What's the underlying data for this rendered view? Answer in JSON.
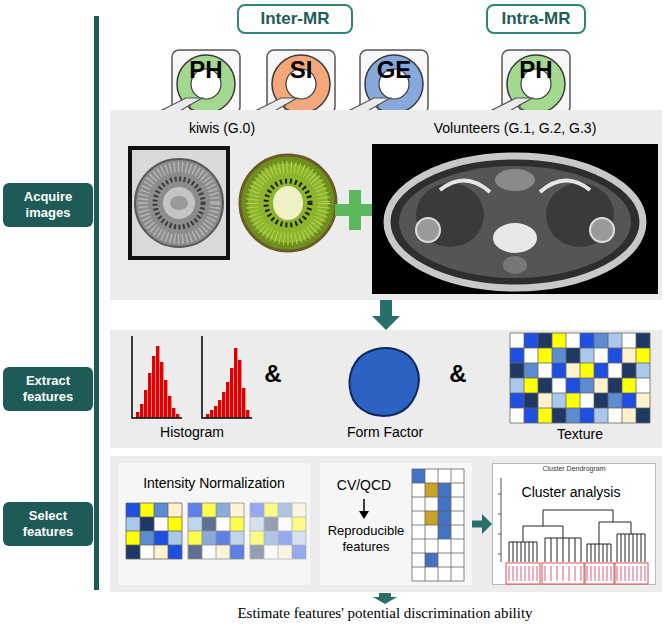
{
  "diagram": {
    "nodes": [
      {
        "text": [
          "Inter-MR"
        ]
      },
      {
        "text": [
          "Intra-MR"
        ]
      },
      {
        "text": [
          "PH"
        ]
      },
      {
        "text": [
          "SI"
        ]
      },
      {
        "text": [
          "GE"
        ]
      },
      {
        "text": [
          "PH"
        ]
      },
      {
        "text": [
          "Acquire images"
        ]
      },
      {
        "text": [
          "kiwis (G.0)",
          "Volunteers (G.1, G.2, G.3)"
        ]
      },
      {
        "text": [
          "Extract features"
        ]
      },
      {
        "text": [
          "Histogram",
          "&",
          "Form Factor",
          "&",
          "Texture"
        ]
      },
      {
        "text": [
          "Select features"
        ]
      },
      {
        "text": [
          "Intensity Normalization"
        ]
      },
      {
        "text": [
          "CV/QCD",
          "Reproducible features"
        ]
      },
      {
        "text": [
          "Cluster analysis"
        ]
      }
    ],
    "edges": [
      {
        "from": 7,
        "to": 9,
        "arrow": "to"
      },
      {
        "from": 12,
        "to": 13,
        "arrow": "to"
      }
    ],
    "labels": [
      "Cluster Dendrogram",
      "Estimate features' potential discrimination ability"
    ]
  }
}
